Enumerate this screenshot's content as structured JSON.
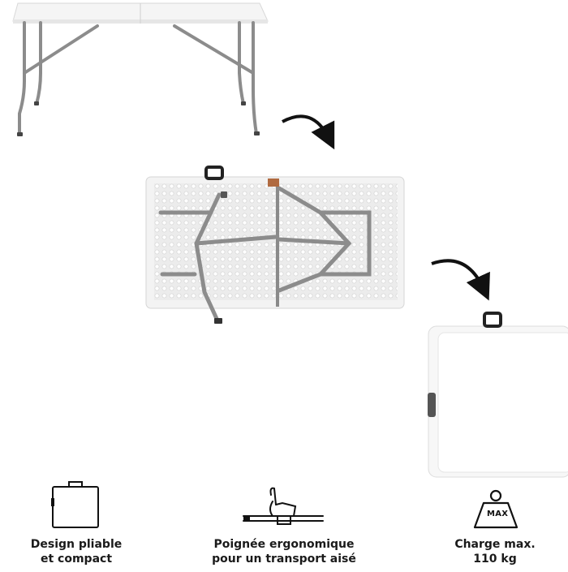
{
  "features": [
    {
      "icon": "folded-table-icon",
      "line1": "Design pliable",
      "line2": "et compact"
    },
    {
      "icon": "hand-carry-icon",
      "line1": "Poignée ergonomique",
      "line2": "pour un transport aisé"
    },
    {
      "icon": "weight-max-icon",
      "line1": "Charge max.",
      "line2": "110 kg",
      "badge": "MAX"
    }
  ],
  "colors": {
    "tabletop": "#f4f4f4",
    "frame": "#8c8c8c",
    "arrow": "#111111",
    "text": "#1a1a1a"
  }
}
